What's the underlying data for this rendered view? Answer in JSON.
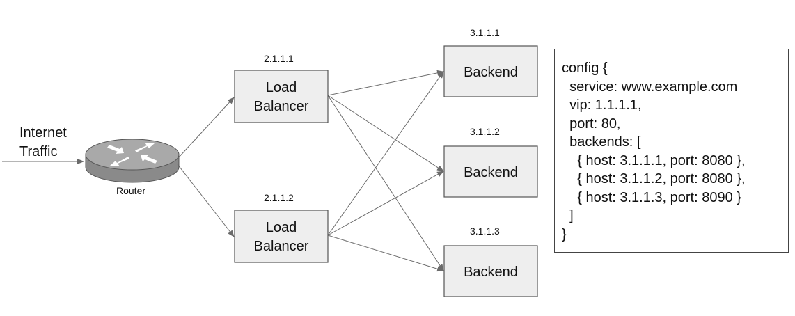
{
  "source": {
    "label_line1": "Internet",
    "label_line2": "Traffic"
  },
  "router": {
    "label": "Router"
  },
  "load_balancers": [
    {
      "ip": "2.1.1.1",
      "label_line1": "Load",
      "label_line2": "Balancer"
    },
    {
      "ip": "2.1.1.2",
      "label_line1": "Load",
      "label_line2": "Balancer"
    }
  ],
  "backends": [
    {
      "ip": "3.1.1.1",
      "label": "Backend"
    },
    {
      "ip": "3.1.1.2",
      "label": "Backend"
    },
    {
      "ip": "3.1.1.3",
      "label": "Backend"
    }
  ],
  "config": {
    "lines": [
      "config {",
      "  service: www.example.com",
      "  vip: 1.1.1.1,",
      "  port: 80,",
      "  backends: [",
      "    { host: 3.1.1.1, port: 8080 },",
      "    { host: 3.1.1.2, port: 8080 },",
      "    { host: 3.1.1.3, port: 8090 }",
      "  ]",
      "}"
    ]
  },
  "colors": {
    "box_fill": "#eeeeee",
    "box_stroke": "#555555",
    "edge": "#6b6b6b",
    "router_body": "#8a8a8a",
    "router_top": "#a9a9a9",
    "router_arrows": "#ffffff"
  }
}
